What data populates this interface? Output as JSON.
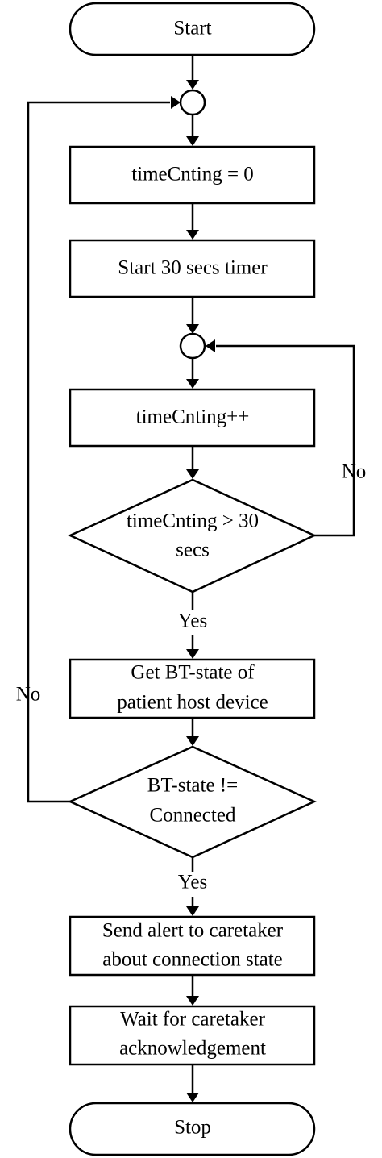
{
  "flowchart": {
    "start": "Start",
    "init_counter": "timeCnting = 0",
    "start_timer": "Start 30 secs timer",
    "increment": "timeCnting++",
    "timer_check": {
      "line1": "timeCnting > 30",
      "line2": "secs"
    },
    "timer_no": "No",
    "timer_yes": "Yes",
    "get_state": {
      "line1": "Get BT-state of",
      "line2": "patient host device"
    },
    "state_check": {
      "line1": "BT-state !=",
      "line2": "Connected"
    },
    "state_no": "No",
    "state_yes": "Yes",
    "send_alert": {
      "line1": "Send alert to caretaker",
      "line2": "about connection state"
    },
    "wait_ack": {
      "line1": "Wait for caretaker",
      "line2": "acknowledgement"
    },
    "stop": "Stop"
  }
}
